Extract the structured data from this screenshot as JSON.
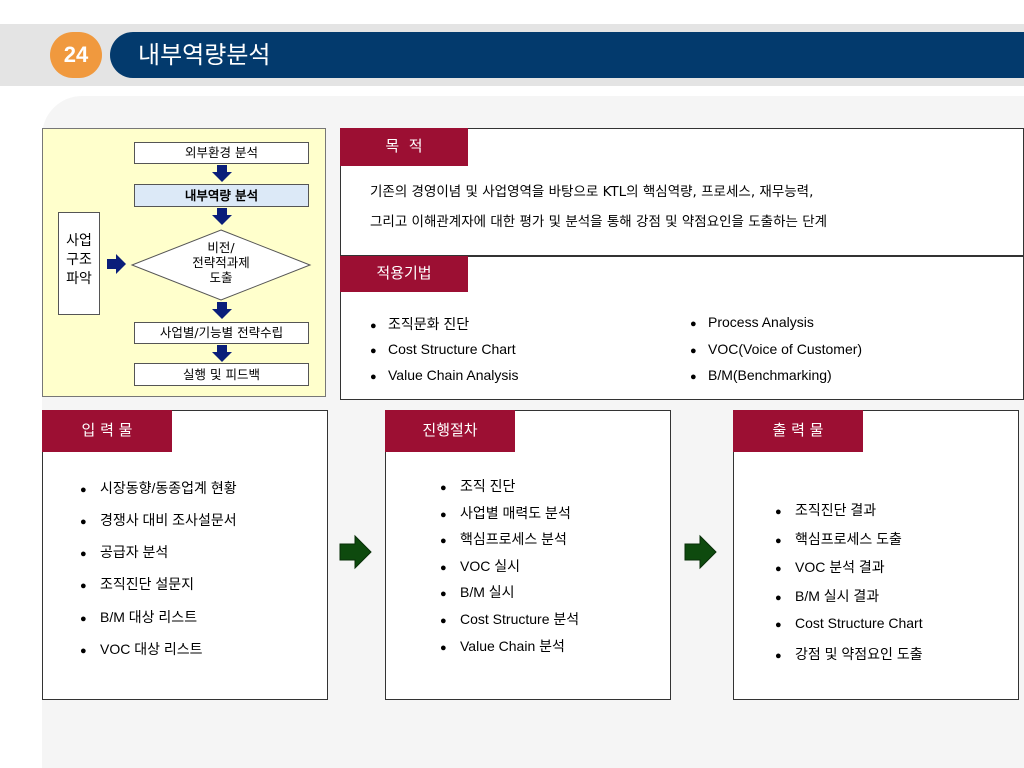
{
  "header": {
    "slide_number": "24",
    "title": "내부역량분석"
  },
  "flow": {
    "steps": [
      "외부환경 분석",
      "내부역량 분석",
      "비전/\n전략적과제\n도출",
      "사업별/기능별 전략수립",
      "실행 및 피드백"
    ],
    "side_label": [
      "사업",
      "구조",
      "파악"
    ]
  },
  "purpose": {
    "label": "목  적",
    "lines": [
      "기존의 경영이념 및 사업영역을 바탕으로 KTL의 핵심역량, 프로세스, 재무능력,",
      "그리고 이해관계자에 대한 평가 및 분석을 통해 강점 및 약점요인을 도출하는 단계"
    ]
  },
  "methods": {
    "label": "적용기법",
    "left": [
      "조직문화 진단",
      "Cost Structure Chart",
      "Value Chain Analysis"
    ],
    "right": [
      "Process Analysis",
      "VOC(Voice of Customer)",
      "B/M(Benchmarking)"
    ]
  },
  "input": {
    "label": "입 력 물",
    "items": [
      "시장동향/동종업계 현황",
      "경쟁사 대비 조사설문서",
      "공급자 분석",
      "조직진단 설문지",
      "B/M 대상 리스트",
      "VOC 대상 리스트"
    ]
  },
  "process": {
    "label": "진행절차",
    "items": [
      "조직 진단",
      "사업별 매력도 분석",
      "핵심프로세스 분석",
      "VOC 실시",
      "B/M 실시",
      "Cost Structure 분석",
      "Value Chain 분석"
    ]
  },
  "output": {
    "label": "출 력 물",
    "items": [
      "조직진단 결과",
      "핵심프로세스 도출",
      "VOC 분석 결과",
      "B/M 실시 결과",
      "Cost Structure Chart",
      "강점 및 약점요인 도출"
    ]
  },
  "colors": {
    "accent_red": "#9c0f33",
    "header_blue": "#033a6d",
    "badge_orange": "#f0993e",
    "arrow_green": "#0e4a0e",
    "flow_bg": "#ffffcc"
  }
}
